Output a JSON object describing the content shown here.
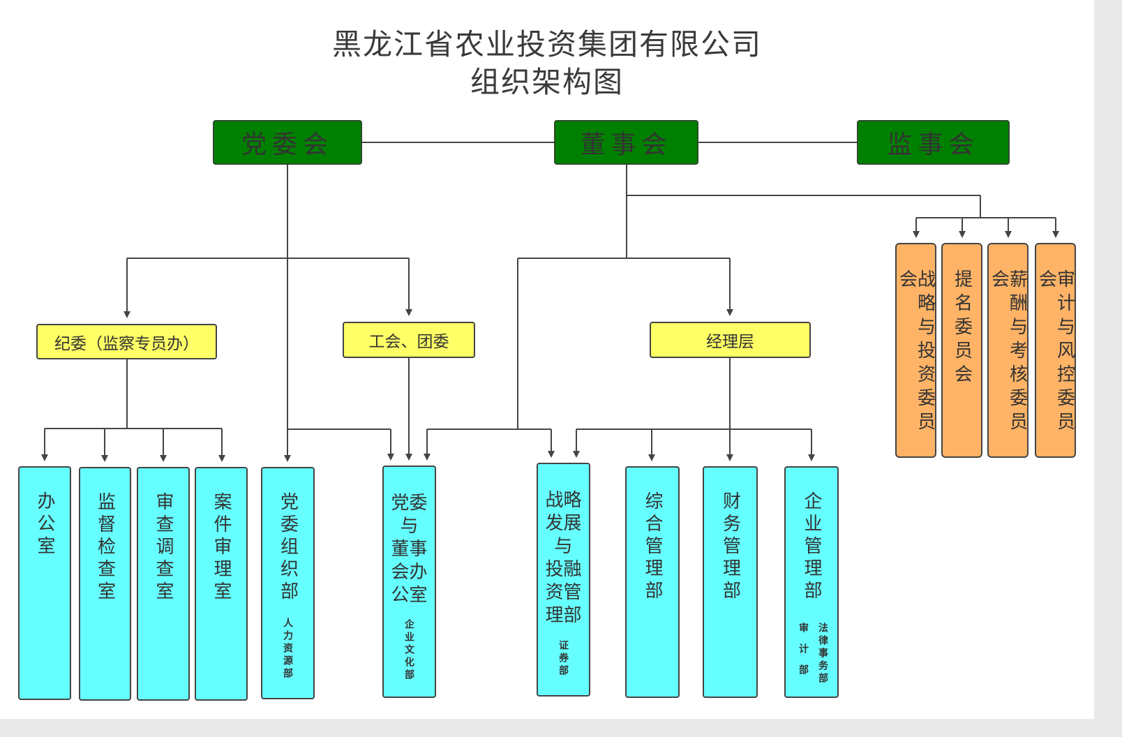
{
  "title": {
    "line1": "黑龙江省农业投资集团有限公司",
    "line2": "组织架构图"
  },
  "colors": {
    "green": "#008000",
    "yellow": "#ffff66",
    "orange": "#ffb366",
    "cyan": "#66ffff",
    "line": "#444444"
  },
  "top": {
    "party_committee": "党委会",
    "board": "董事会",
    "supervisors": "监事会"
  },
  "mid": {
    "discipline": "纪委（监察专员办）",
    "union": "工会、团委",
    "management": "经理层"
  },
  "committees": [
    "战略与投资委员会",
    "提名委员会",
    "薪酬与考核委员会",
    "审计与风控委员会"
  ],
  "depts": {
    "office": "办公室",
    "supervision": "监督检查室",
    "investigation": "审查调查室",
    "case": "案件审理室",
    "org": "党委组织部",
    "org_sub": "人力资源部",
    "party_board_office": [
      "党委",
      "与",
      "董事",
      "会办",
      "公室"
    ],
    "party_board_office_sub": "企业文化部",
    "strategy": [
      "战略",
      "发展",
      "与",
      "投融",
      "资管",
      "理部"
    ],
    "strategy_sub": "证券部",
    "general": "综合管理部",
    "finance": "财务管理部",
    "enterprise": "企业管理部",
    "enterprise_sub1": "审计部",
    "enterprise_sub2": "法律事务部"
  }
}
